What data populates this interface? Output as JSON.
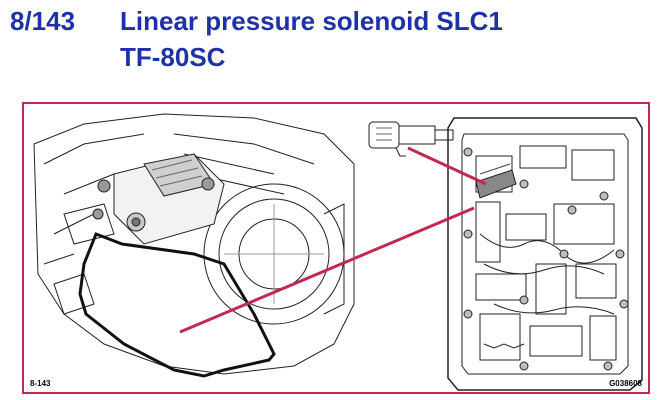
{
  "header": {
    "page_number": "8/143",
    "title_line1": "Linear pressure solenoid SLC1",
    "title_line2": "TF-80SC"
  },
  "figure": {
    "left_id": "8-143",
    "right_id": "G038608"
  },
  "colors": {
    "title": "#1f31a6",
    "callout": "#c2294e",
    "line_art": "#222222"
  }
}
